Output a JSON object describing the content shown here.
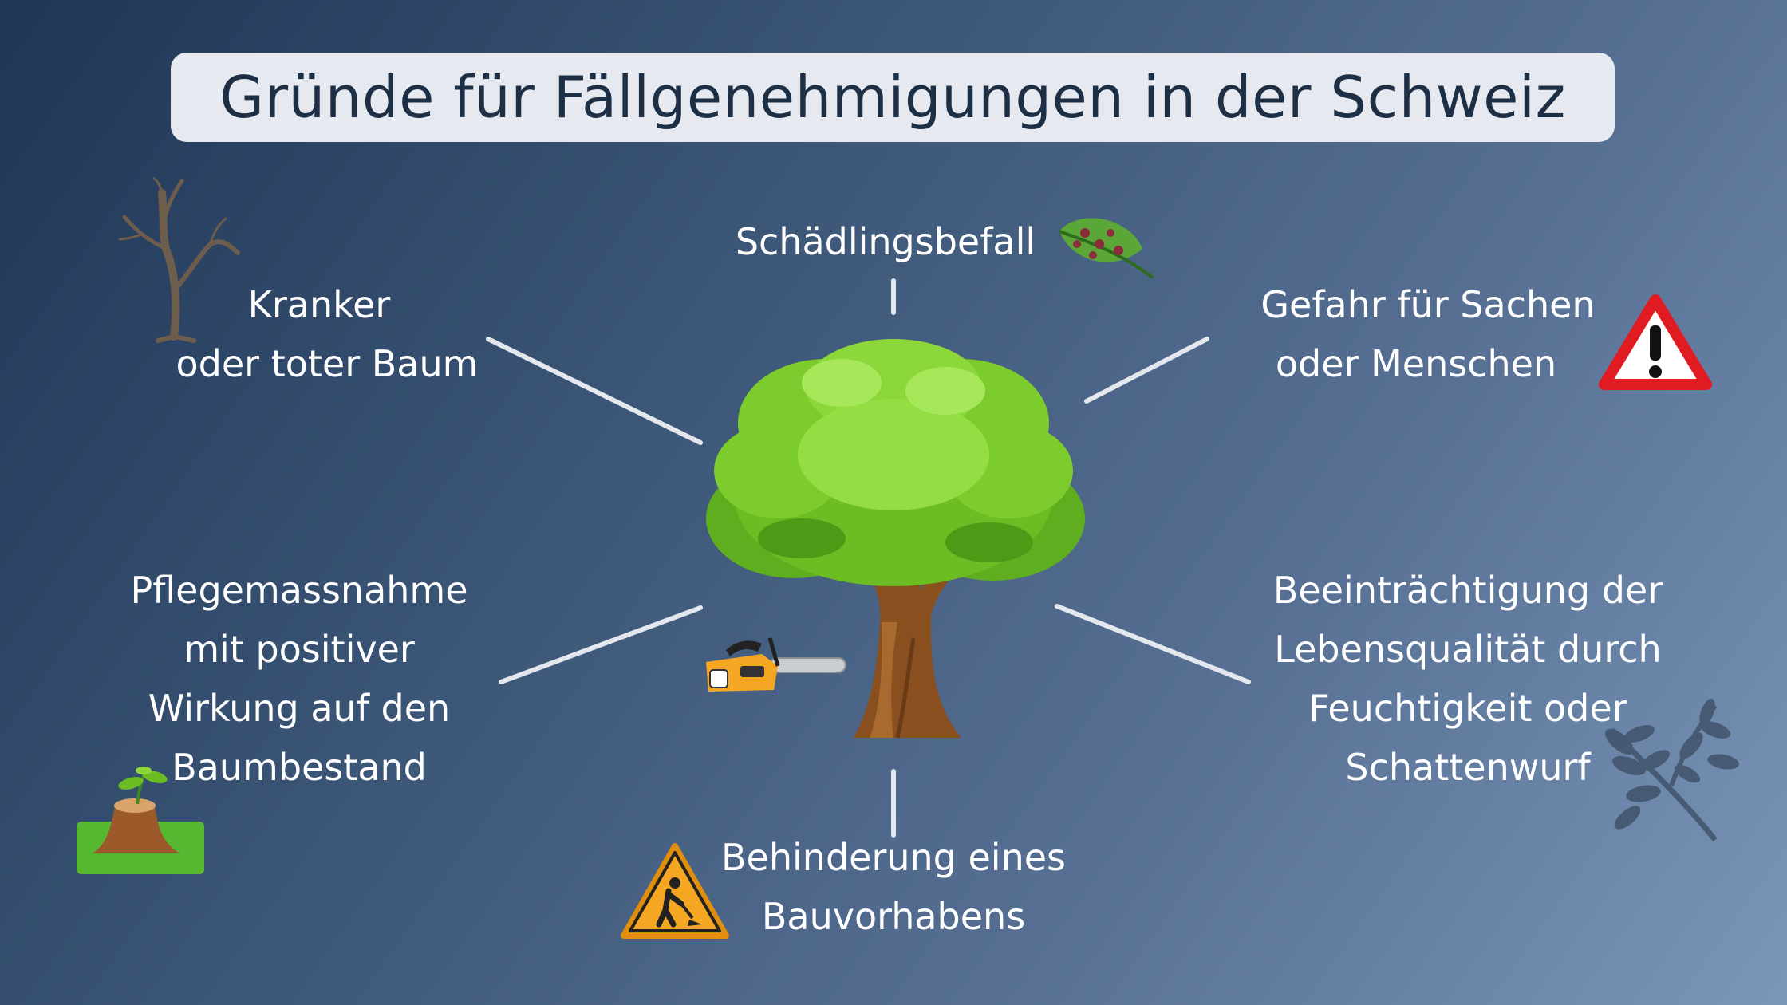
{
  "title": "Gründe für Fällgenehmigungen in der Schweiz",
  "center": {
    "icon": "tree-icon",
    "tool_icon": "chainsaw-icon"
  },
  "reasons": [
    {
      "id": "schaedlingsbefall",
      "lines": [
        "Schädlingsbefall"
      ],
      "icon": "infested-leaf-icon"
    },
    {
      "id": "gefahr",
      "lines": [
        "Gefahr für Sachen",
        "oder Menschen"
      ],
      "icon": "warning-sign-icon"
    },
    {
      "id": "lebensqualitaet",
      "lines": [
        "Beeinträchtigung der",
        "Lebensqualität durch",
        "Feuchtigkeit oder",
        "Schattenwurf"
      ],
      "icon": "shadow-branch-icon"
    },
    {
      "id": "bauvorhaben",
      "lines": [
        "Behinderung eines",
        "Bauvorhabens"
      ],
      "icon": "construction-sign-icon"
    },
    {
      "id": "pflege",
      "lines": [
        "Pflegemassnahme",
        "mit positiver",
        "Wirkung auf den",
        "Baumbestand"
      ],
      "icon": "stump-seedling-icon"
    },
    {
      "id": "krank",
      "lines": [
        "Kranker",
        "oder toter Baum"
      ],
      "icon": "dead-tree-icon"
    }
  ],
  "colors": {
    "title_bg": "#e6e9ef",
    "title_text": "#1d2f45",
    "label_text": "#ffffff",
    "connector": "#e4e8ee",
    "foliage": "#7ccc2e",
    "trunk": "#8a4f1f",
    "warning_red": "#e11b22",
    "construction_yellow": "#f5a623"
  }
}
